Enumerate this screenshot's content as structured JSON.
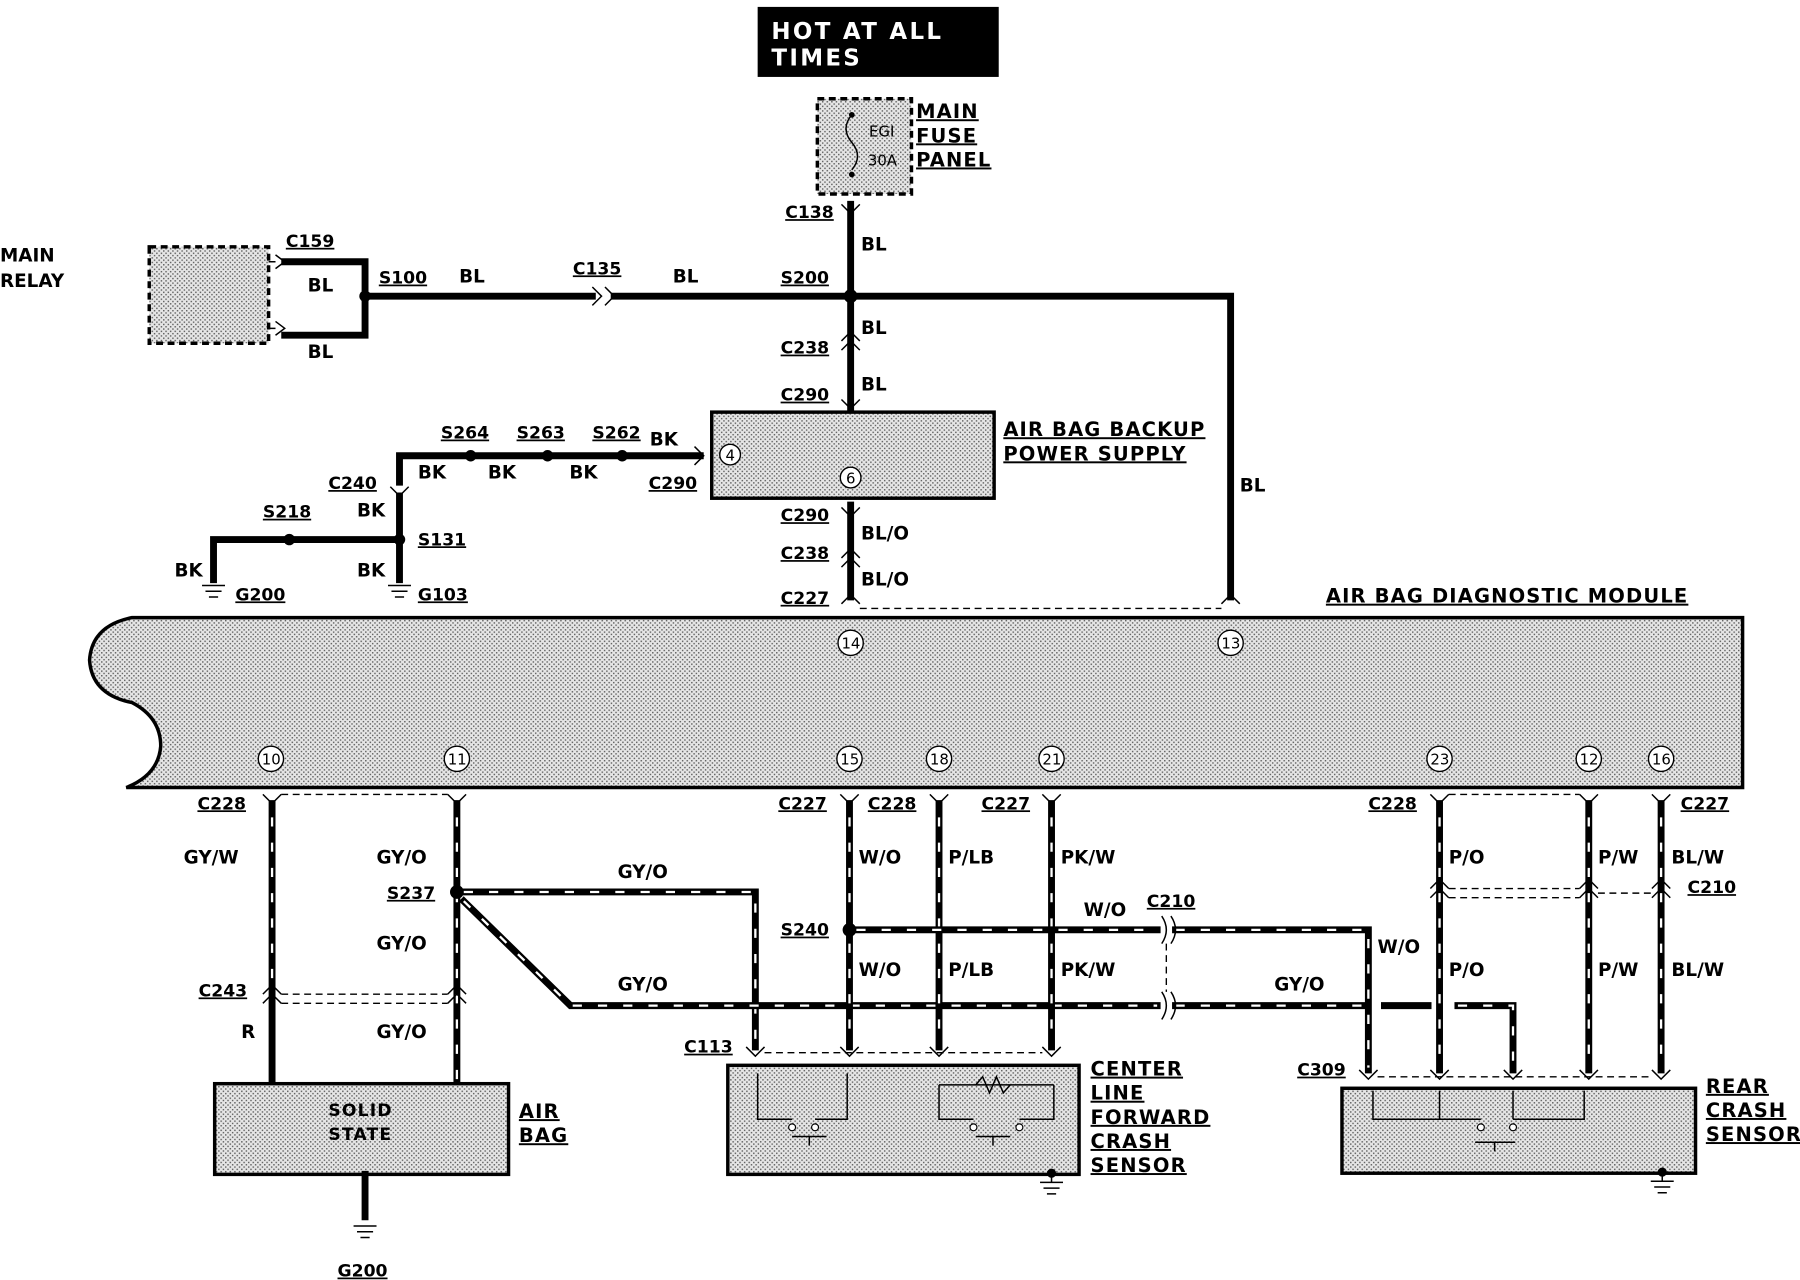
{
  "title_lines": [
    "HOT AT ALL",
    "TIMES"
  ],
  "components": {
    "main_fuse_panel": [
      "MAIN",
      "FUSE",
      "PANEL"
    ],
    "fuse_labels": [
      "EGI",
      "30A"
    ],
    "main_relay": [
      "MAIN",
      "RELAY"
    ],
    "backup_power_supply": [
      "AIR BAG BACKUP",
      "POWER SUPPLY"
    ],
    "diagnostic_module": "AIR BAG DIAGNOSTIC MODULE",
    "air_bag": [
      "AIR",
      "BAG"
    ],
    "solid_state": [
      "SOLID",
      "STATE"
    ],
    "center_sensor": [
      "CENTER",
      "LINE",
      "FORWARD",
      "CRASH",
      "SENSOR"
    ],
    "rear_sensor": [
      "REAR",
      "CRASH",
      "SENSOR"
    ]
  },
  "connectors": {
    "c138": "C138",
    "c159": "C159",
    "c135": "C135",
    "c238a": "C238",
    "c290a": "C290",
    "c290b": "C290",
    "c290c": "C290",
    "c238b": "C238",
    "c227a": "C227",
    "c240": "C240",
    "c228a": "C228",
    "c227b": "C227",
    "c228b": "C228",
    "c227c": "C227",
    "c228c": "C228",
    "c227d": "C227",
    "c210a": "C210",
    "c210b": "C210",
    "c243": "C243",
    "c113": "C113",
    "c309": "C309"
  },
  "splices": {
    "s100": "S100",
    "s200": "S200",
    "s264": "S264",
    "s263": "S263",
    "s262": "S262",
    "s218": "S218",
    "s131": "S131",
    "s237": "S237",
    "s240": "S240"
  },
  "grounds": {
    "g200a": "G200",
    "g103": "G103",
    "g200b": "G200"
  },
  "wire_colors": {
    "bl": "BL",
    "bl_o": "BL/O",
    "bk": "BK",
    "gy_w": "GY/W",
    "gy_o": "GY/O",
    "r": "R",
    "w_o": "W/O",
    "p_lb": "P/LB",
    "pk_w": "PK/W",
    "p_o": "P/O",
    "p_w": "P/W",
    "bl_w": "BL/W"
  },
  "pins": {
    "bps_4": "4",
    "bps_6": "6",
    "m14": "14",
    "m13": "13",
    "m10": "10",
    "m11": "11",
    "m15": "15",
    "m18": "18",
    "m21": "21",
    "m23": "23",
    "m12": "12",
    "m16": "16"
  }
}
